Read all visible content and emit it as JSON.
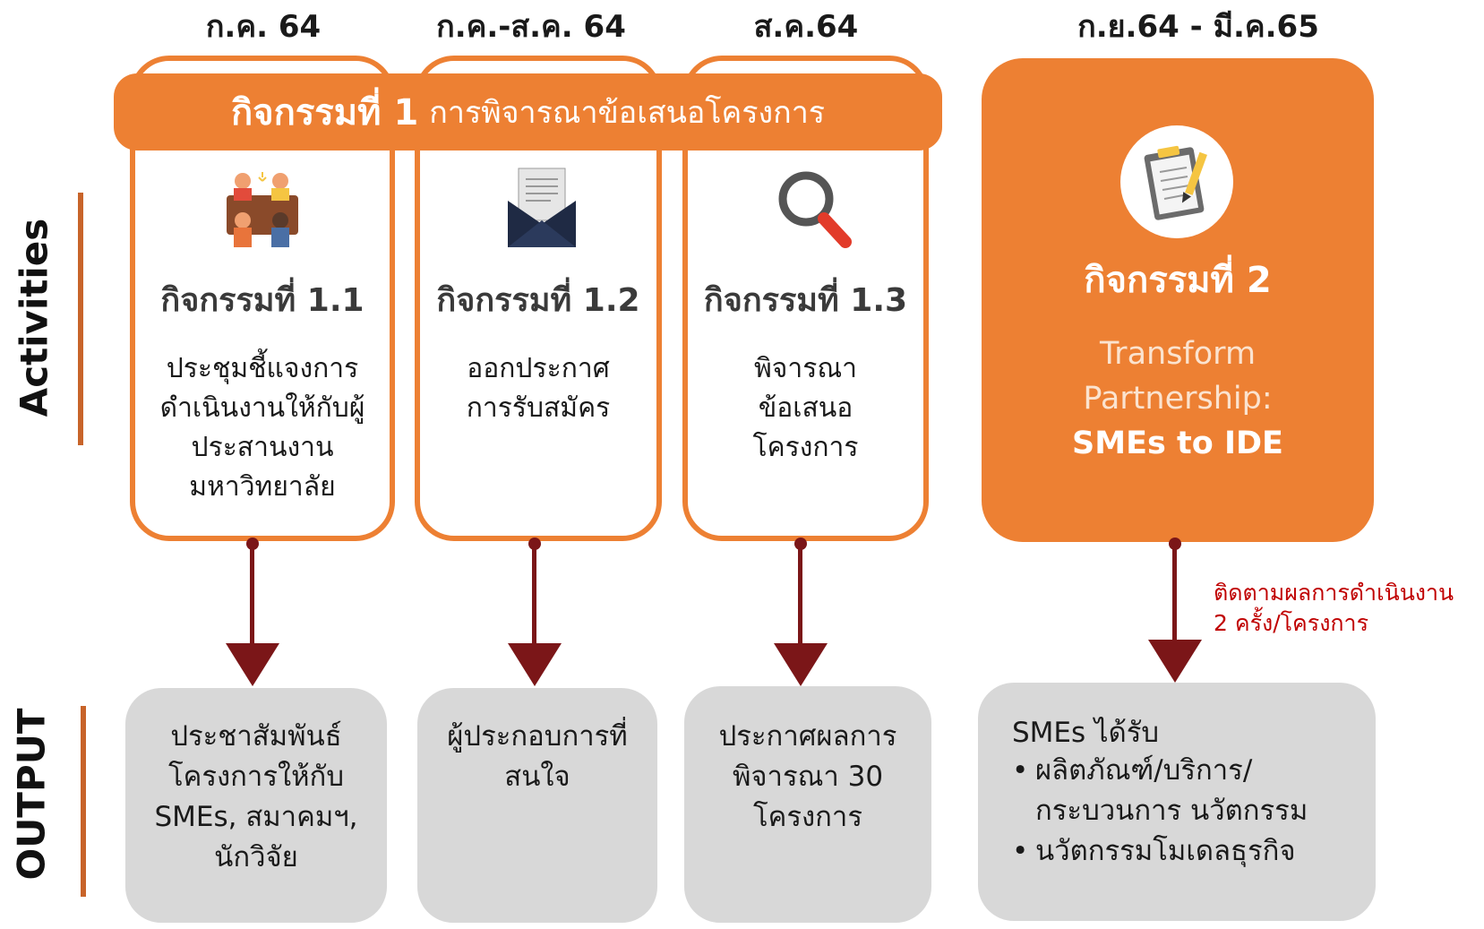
{
  "periods": [
    "ก.ค. 64",
    "ก.ค.-ส.ค. 64",
    "ส.ค.64",
    "ก.ย.64 - มี.ค.65"
  ],
  "side_labels": {
    "activities": "Activities",
    "output": "OUTPUT"
  },
  "activity1_banner": {
    "title": "กิจกรรมที่ 1",
    "subtitle": "การพิจารณาข้อเสนอโครงการ"
  },
  "sub_activities": [
    {
      "title": "กิจกรรมที่ 1.1",
      "description": "ประชุมชี้แจงการ\nดำเนินงานให้กับผู้\nประสานงาน\nมหาวิทยาลัย",
      "icon": "meeting-icon"
    },
    {
      "title": "กิจกรรมที่ 1.2",
      "description": "ออกประกาศ\nการรับสมัคร",
      "icon": "envelope-letter-icon"
    },
    {
      "title": "กิจกรรมที่ 1.3",
      "description": "พิจารณา\nข้อเสนอ\nโครงการ",
      "icon": "magnifier-icon"
    }
  ],
  "activity2": {
    "title": "กิจกรรมที่ 2",
    "line1": "Transform",
    "line2": "Partnership:",
    "line3": "SMEs to IDE",
    "icon": "clipboard-pencil-icon"
  },
  "followup_note": {
    "line1": "ติดตามผลการดำเนินงาน",
    "line2": "2 ครั้ง/โครงการ"
  },
  "outputs": [
    {
      "text": "ประชาสัมพันธ์\nโครงการให้กับ\nSMEs, สมาคมฯ,\nนักวิจัย"
    },
    {
      "text": "ผู้ประกอบการที่\nสนใจ"
    },
    {
      "text": "ประกาศผลการ\nพิจารณา 30\nโครงการ"
    }
  ],
  "output4": {
    "heading": "SMEs ได้รับ",
    "items": [
      "ผลิตภัณฑ์/บริการ/\nกระบวนการ นวัตกรรม",
      "นวัตกรรมโมเดลธุรกิจ"
    ]
  },
  "colors": {
    "orange": "#ed8033",
    "dark_red": "#7b1618",
    "output_gray": "#d8d8d8",
    "note_red": "#c00000"
  }
}
